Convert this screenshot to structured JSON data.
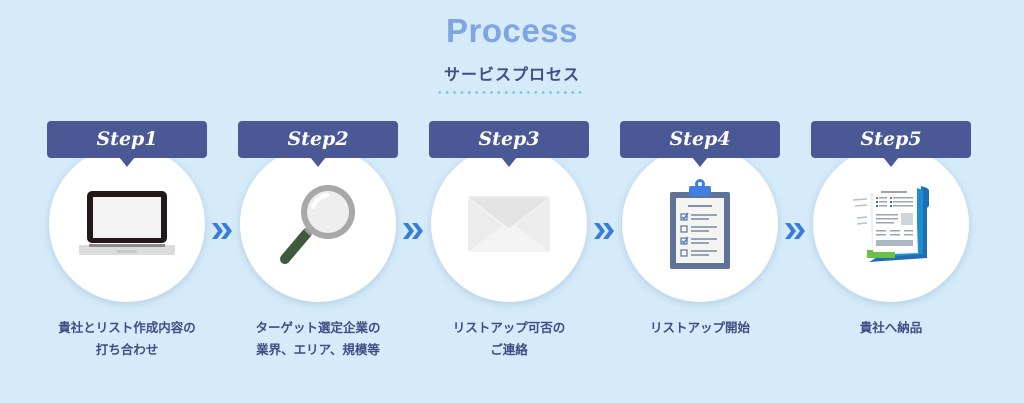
{
  "header": {
    "title": "Process",
    "subtitle": "サービスプロセス"
  },
  "colors": {
    "background": "#d5ebf9",
    "title": "#7fa5e2",
    "accent_dark": "#4a5896",
    "arrow": "#3a7be0",
    "text": "#3e4d86"
  },
  "steps": [
    {
      "label": "Step1",
      "icon": "laptop-icon",
      "caption_line1": "貴社とリスト作成内容の",
      "caption_line2": "打ち合わせ"
    },
    {
      "label": "Step2",
      "icon": "magnifier-icon",
      "caption_line1": "ターゲット選定企業の",
      "caption_line2": "業界、エリア、規模等"
    },
    {
      "label": "Step3",
      "icon": "envelope-icon",
      "caption_line1": "リストアップ可否の",
      "caption_line2": "ご連絡"
    },
    {
      "label": "Step4",
      "icon": "clipboard-checklist-icon",
      "caption_line1": "リストアップ開始",
      "caption_line2": ""
    },
    {
      "label": "Step5",
      "icon": "documents-folder-icon",
      "caption_line1": "貴社へ納品",
      "caption_line2": ""
    }
  ],
  "arrow_icon": "double-chevron-right-icon"
}
